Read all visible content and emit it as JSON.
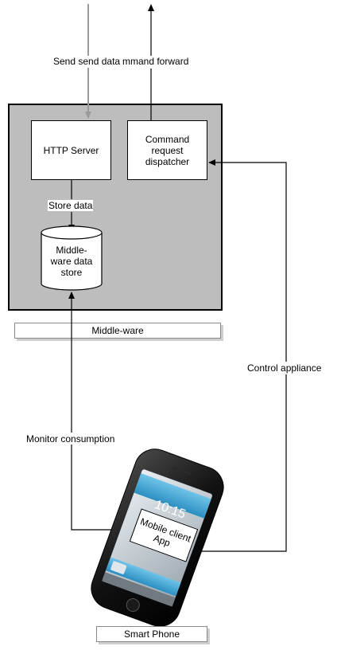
{
  "diagram": {
    "edges": {
      "send_data_label": "Send send data",
      "command_forward_label": "mmand forward",
      "store_data_label": "Store data",
      "control_appliance_label": "Control appliance",
      "monitor_consumption_label": "Monitor consumption"
    },
    "middleware": {
      "http_server": "HTTP Server",
      "command_dispatcher": [
        "Command",
        "request",
        "dispatcher"
      ],
      "data_store": [
        "Middle-",
        "ware data",
        "store"
      ],
      "caption": "Middle-ware"
    },
    "phone": {
      "clock": "10:15",
      "app_label": [
        "Mobile client",
        "App"
      ],
      "caption": "Smart Phone"
    }
  }
}
